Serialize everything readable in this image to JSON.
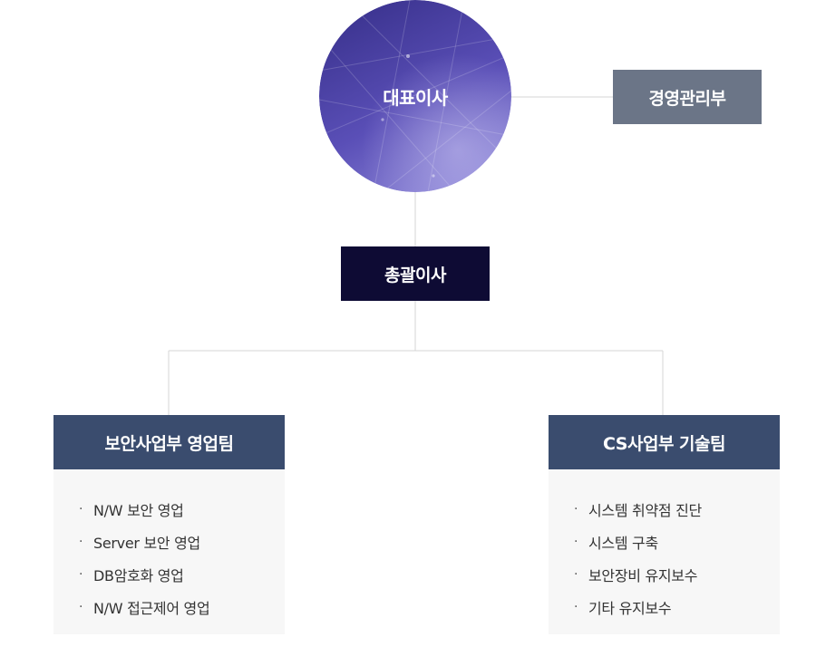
{
  "org_chart": {
    "ceo": {
      "label": "대표이사"
    },
    "management_dept": {
      "label": "경영관리부"
    },
    "general_director": {
      "label": "총괄이사"
    },
    "teams": [
      {
        "label": "보안사업부 영업팀",
        "duties": [
          "N/W 보안 영업",
          "Server 보안 영업",
          "DB암호화 영업",
          "N/W 접근제어 영업"
        ]
      },
      {
        "label": "CS사업부 기술팀",
        "duties": [
          "시스템 취약점 진단",
          "시스템 구축",
          "보안장비 유지보수",
          "기타 유지보수"
        ]
      }
    ],
    "bullet_symbol": "·"
  },
  "colors": {
    "ceo_gradient_top": "#3b338f",
    "ceo_gradient_bottom": "#8a83d6",
    "management_box": "#6b7587",
    "general_director_box": "#0e0b34",
    "team_box": "#3a4c6e",
    "panel_background": "#f7f7f7",
    "connector_line": "#d5d5d5"
  }
}
